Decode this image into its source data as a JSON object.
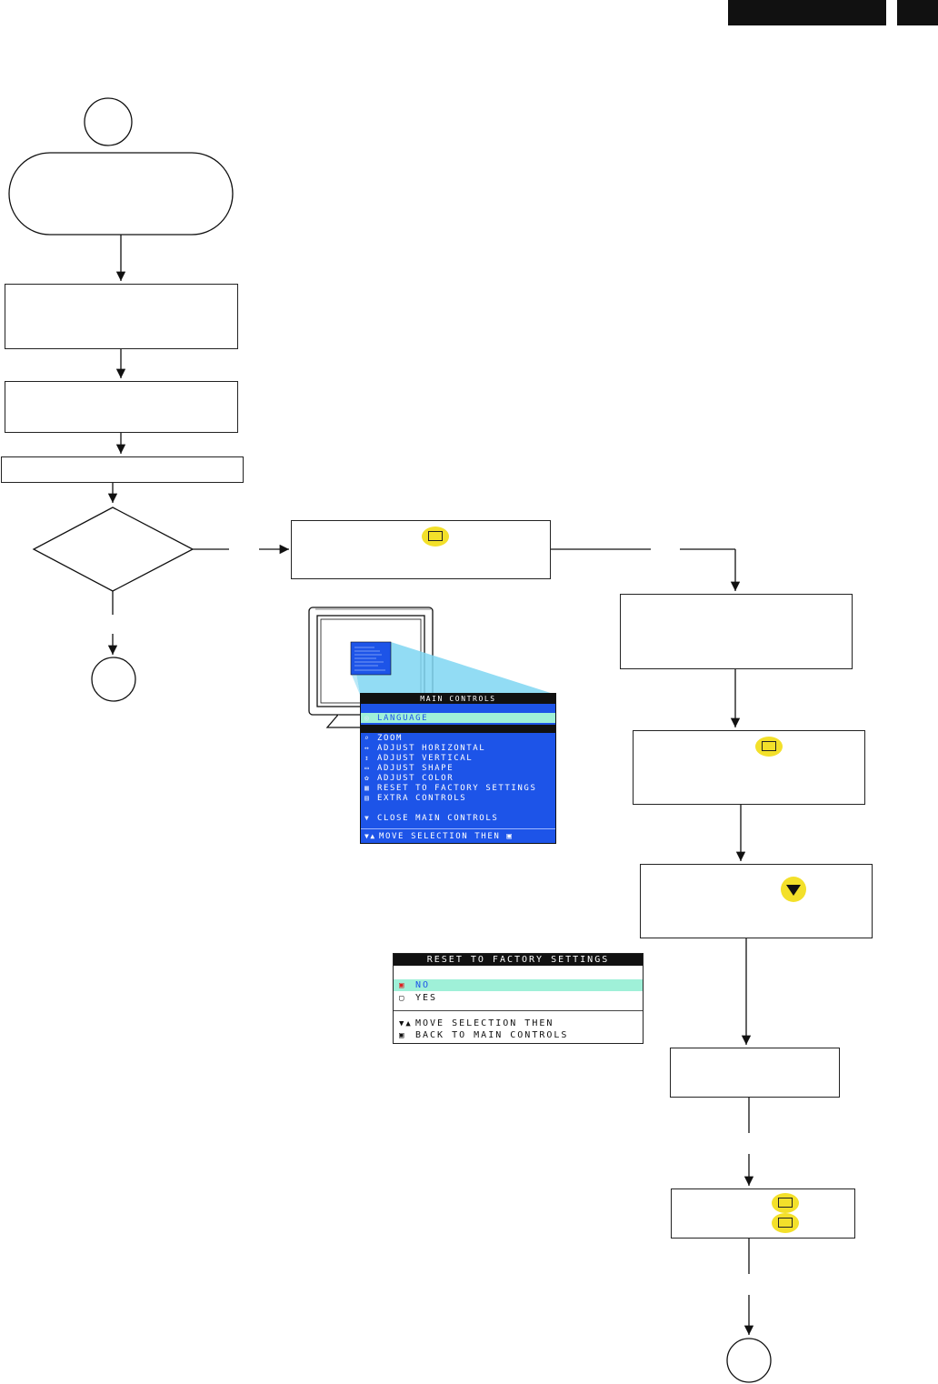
{
  "main_controls_osd": {
    "title": "MAIN CONTROLS",
    "items": [
      {
        "icon": "language-icon",
        "label": "LANGUAGE"
      },
      {
        "icon": "zoom-icon",
        "label": "ZOOM"
      },
      {
        "icon": "horizontal-icon",
        "label": "ADJUST HORIZONTAL"
      },
      {
        "icon": "vertical-icon",
        "label": "ADJUST VERTICAL"
      },
      {
        "icon": "shape-icon",
        "label": "ADJUST SHAPE"
      },
      {
        "icon": "color-icon",
        "label": "ADJUST COLOR"
      },
      {
        "icon": "reset-icon",
        "label": "RESET TO FACTORY SETTINGS"
      },
      {
        "icon": "extra-icon",
        "label": "EXTRA CONTROLS"
      }
    ],
    "close_label": "CLOSE MAIN CONTROLS",
    "footer": "MOVE SELECTION THEN"
  },
  "reset_osd": {
    "title": "RESET TO FACTORY SETTINGS",
    "options": [
      {
        "label": "NO",
        "selected": true
      },
      {
        "label": "YES",
        "selected": false
      }
    ],
    "footer_line1": "MOVE SELECTION THEN",
    "footer_line2": "BACK TO MAIN CONTROLS"
  },
  "colors": {
    "osd_blue": "#1d54e8",
    "highlight_cyan": "#9ff0d8",
    "key_yellow": "#f3e02a"
  }
}
